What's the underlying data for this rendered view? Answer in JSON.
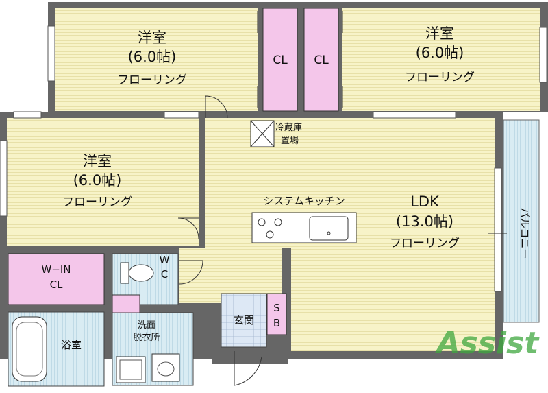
{
  "rooms": {
    "bedroom_top_left": {
      "name": "洋室",
      "size": "(6.0帖)",
      "floor": "フローリング"
    },
    "bedroom_top_right": {
      "name": "洋室",
      "size": "(6.0帖)",
      "floor": "フローリング"
    },
    "bedroom_left": {
      "name": "洋室",
      "size": "(6.0帖)",
      "floor": "フローリング"
    },
    "ldk": {
      "name": "LDK",
      "size": "(13.0帖)",
      "floor": "フローリング"
    }
  },
  "labels": {
    "closet_1": "CL",
    "closet_2": "CL",
    "walkin_line1": "W−IN",
    "walkin_line2": "CL",
    "toilet_line1": "W",
    "toilet_line2": "C",
    "fridge_line1": "冷蔵庫",
    "fridge_line2": "置場",
    "kitchen": "システムキッチン",
    "balcony": "バルコニー",
    "bath": "浴室",
    "washroom_line1": "洗面",
    "washroom_line2": "脱衣所",
    "entrance": "玄関",
    "shoebox_line1": "S",
    "shoebox_line2": "B"
  },
  "logo": {
    "text": "Assist",
    "color": "#3fa83f"
  },
  "colors": {
    "floor": "#f7f3c8",
    "closet": "#f4c6ea",
    "wet_area": "#d9ecf3",
    "wall": "#666666"
  }
}
